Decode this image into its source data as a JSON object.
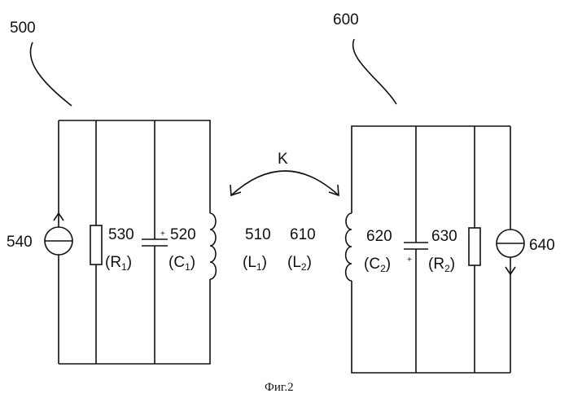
{
  "diagram": {
    "caption": "Фиг.2",
    "coupling_label": "K",
    "circuit_left": {
      "ref": "500",
      "source": {
        "ref": "540"
      },
      "resistor": {
        "ref": "530",
        "sym": "(R",
        "sub": "1",
        "close": ")"
      },
      "capacitor": {
        "ref": "520",
        "sym": "(C",
        "sub": "1",
        "close": ")",
        "polarity": "+"
      },
      "inductor": {
        "ref": "510",
        "sym": "(L",
        "sub": "1",
        "close": ")"
      }
    },
    "circuit_right": {
      "ref": "600",
      "inductor": {
        "ref": "610",
        "sym": "(L",
        "sub": "2",
        "close": ")"
      },
      "capacitor": {
        "ref": "620",
        "sym": "(C",
        "sub": "2",
        "close": ")",
        "polarity": "+"
      },
      "resistor": {
        "ref": "630",
        "sym": "(R",
        "sub": "2",
        "close": ")"
      },
      "source": {
        "ref": "640"
      }
    }
  }
}
